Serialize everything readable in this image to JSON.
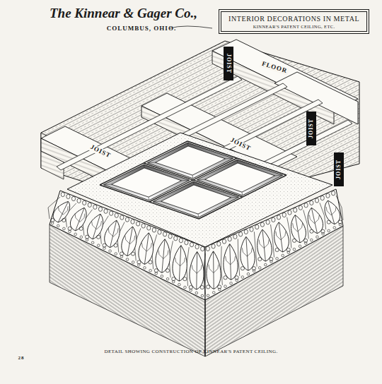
{
  "diagram": {
    "title": "The Kinnear & Gager Co.,",
    "caption": "DETAIL SHOWING CONSTRUCTION OF KINNEAR'S PATENT CEILING.",
    "nodes": [
      {
        "text": [
          "INTERIOR DECORATIONS IN METAL",
          "KINNEAR'S PATENT CEILING, ETC."
        ]
      }
    ],
    "labels": [
      "COLUMBUS, OHIO.",
      "FLOOR",
      "JOIST",
      "JOIST",
      "JOIST",
      "JOIST",
      "JOIST",
      "28"
    ]
  }
}
